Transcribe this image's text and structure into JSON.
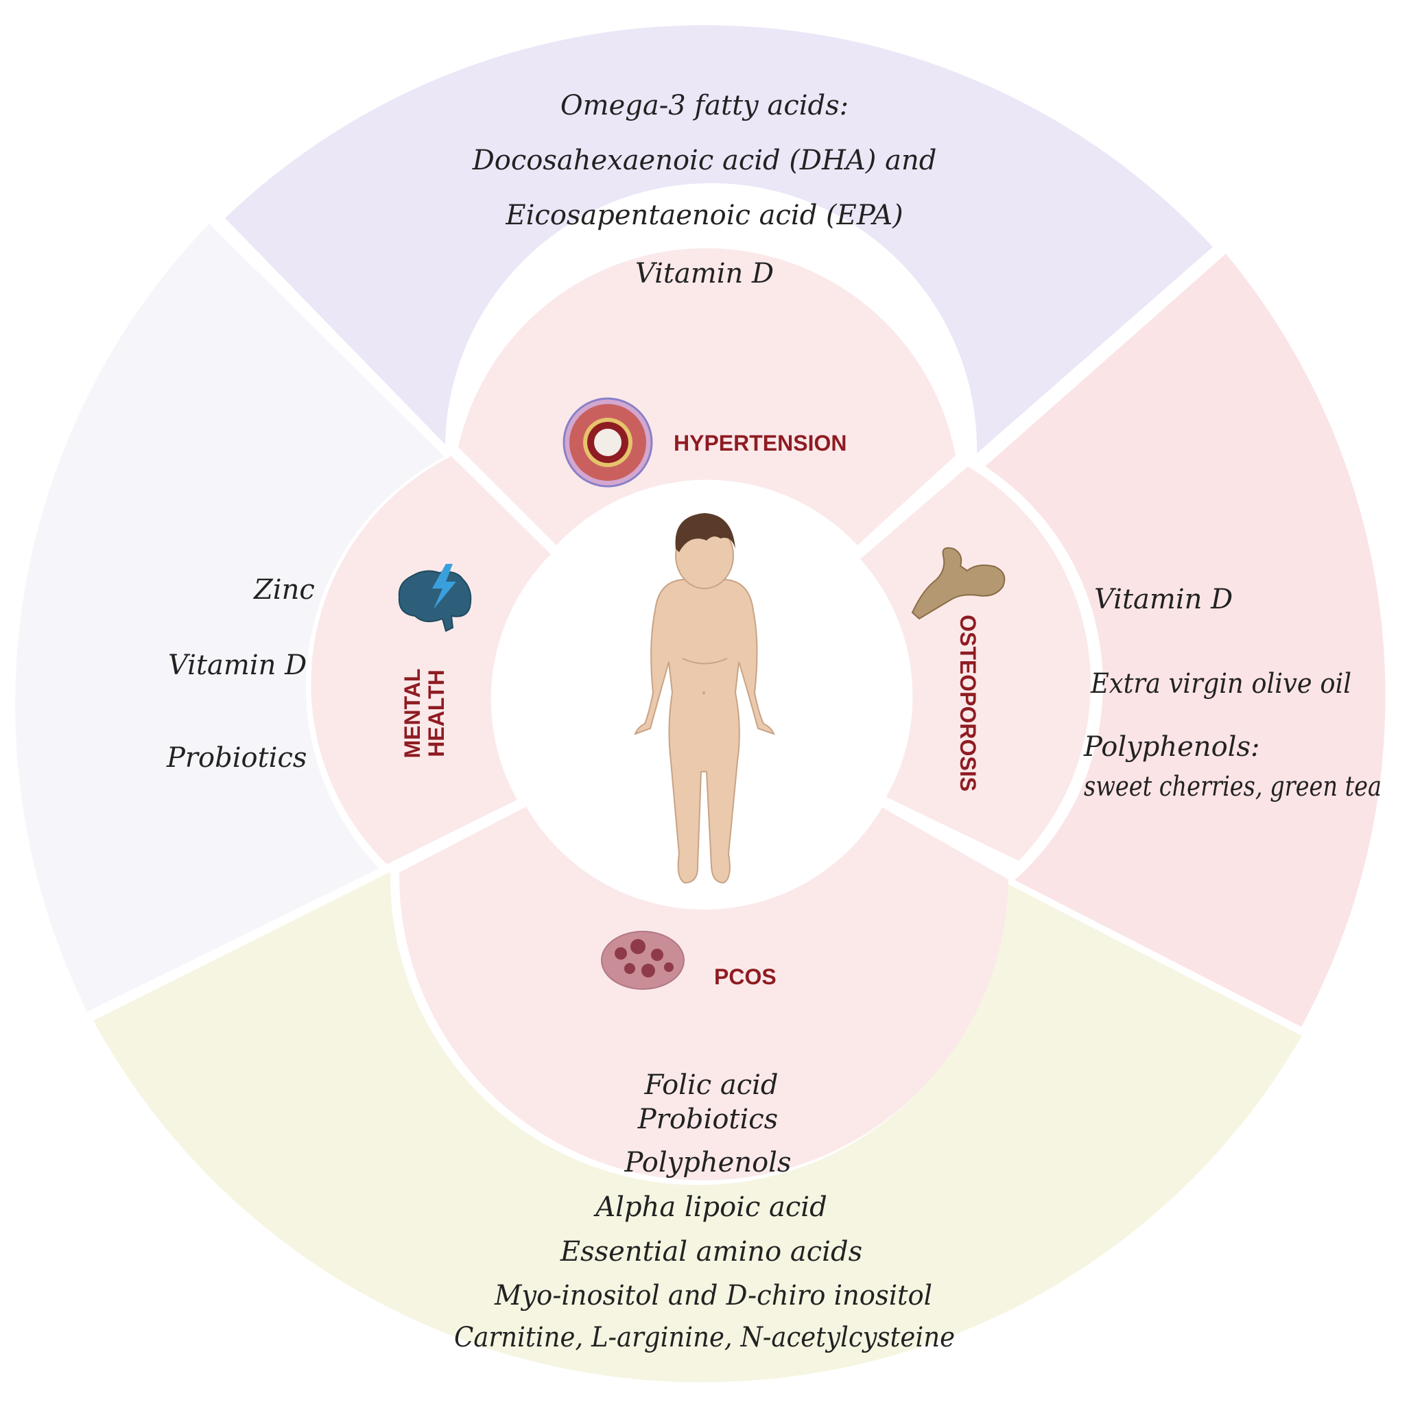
{
  "colors": {
    "top_segment": "#ebe7f7",
    "left_segment": "#f6f6fa",
    "right_segment": "#fbe4e6",
    "bottom_segment": "#f6f5e2",
    "inner_ring": "#fbe9ea",
    "condition_text": "#8e1c22",
    "item_text": "#222222"
  },
  "conditions": {
    "hypertension": {
      "label": "HYPERTENSION",
      "icon": "artery-cross-section-icon"
    },
    "osteoporosis": {
      "label": "OSTEOPOROSIS",
      "icon": "bone-icon"
    },
    "pcos": {
      "label": "PCOS",
      "icon": "ovary-icon"
    },
    "mental_health": {
      "label_line1": "MENTAL",
      "label_line2": "HEALTH",
      "icon": "brain-lightning-icon"
    }
  },
  "center": {
    "icon": "child-body-icon"
  },
  "nutrients": {
    "top": [
      "Omega-3 fatty acids:",
      "Docosahexaenoic acid (DHA) and",
      "Eicosapentaenoic acid (EPA)",
      "Vitamin D"
    ],
    "left": [
      "Zinc",
      "Vitamin D",
      "Probiotics"
    ],
    "right": [
      "Vitamin D",
      "Extra virgin olive oil",
      "Polyphenols:",
      "sweet cherries, green tea"
    ],
    "bottom": [
      "Folic acid",
      "Probiotics",
      "Polyphenols",
      "Alpha lipoic acid",
      "Essential amino  acids",
      "Myo-inositol and D-chiro inositol",
      "Carnitine, L-arginine, N-acetylcysteine"
    ]
  }
}
